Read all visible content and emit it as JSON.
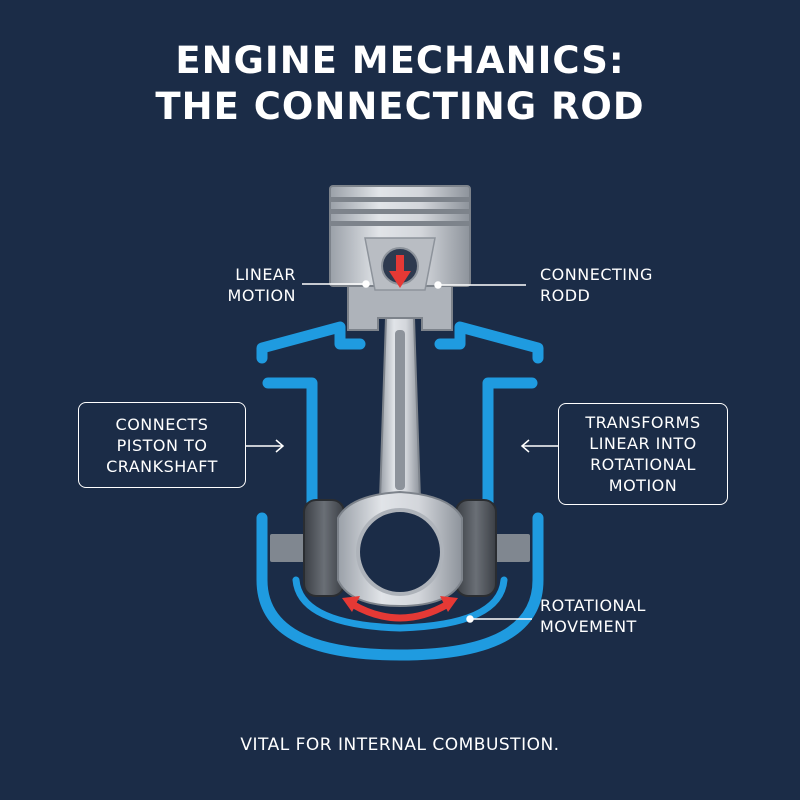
{
  "title": {
    "line1": "ENGINE MECHANICS:",
    "line2": "THE CONNECTING ROD"
  },
  "labels": {
    "linear_motion": [
      "LINEAR",
      "MOTION"
    ],
    "connecting_rod": [
      "CONNECTING",
      "RODD"
    ],
    "rotational_movement": [
      "ROTATIONAL",
      "MOVEMENT"
    ]
  },
  "boxes": {
    "left": [
      "CONNECTS",
      "PISTON TO",
      "CRANKSHAFT"
    ],
    "right": [
      "TRANSFORMS",
      "LINEAR INTO",
      "ROTATIONAL",
      "MOTION"
    ]
  },
  "footer": "VITAL FOR INTERNAL COMBUSTION.",
  "colors": {
    "background": "#1b2c47",
    "housing": "#1f9be0",
    "metal": "#c9ccd1",
    "arrow": "#e53935"
  }
}
